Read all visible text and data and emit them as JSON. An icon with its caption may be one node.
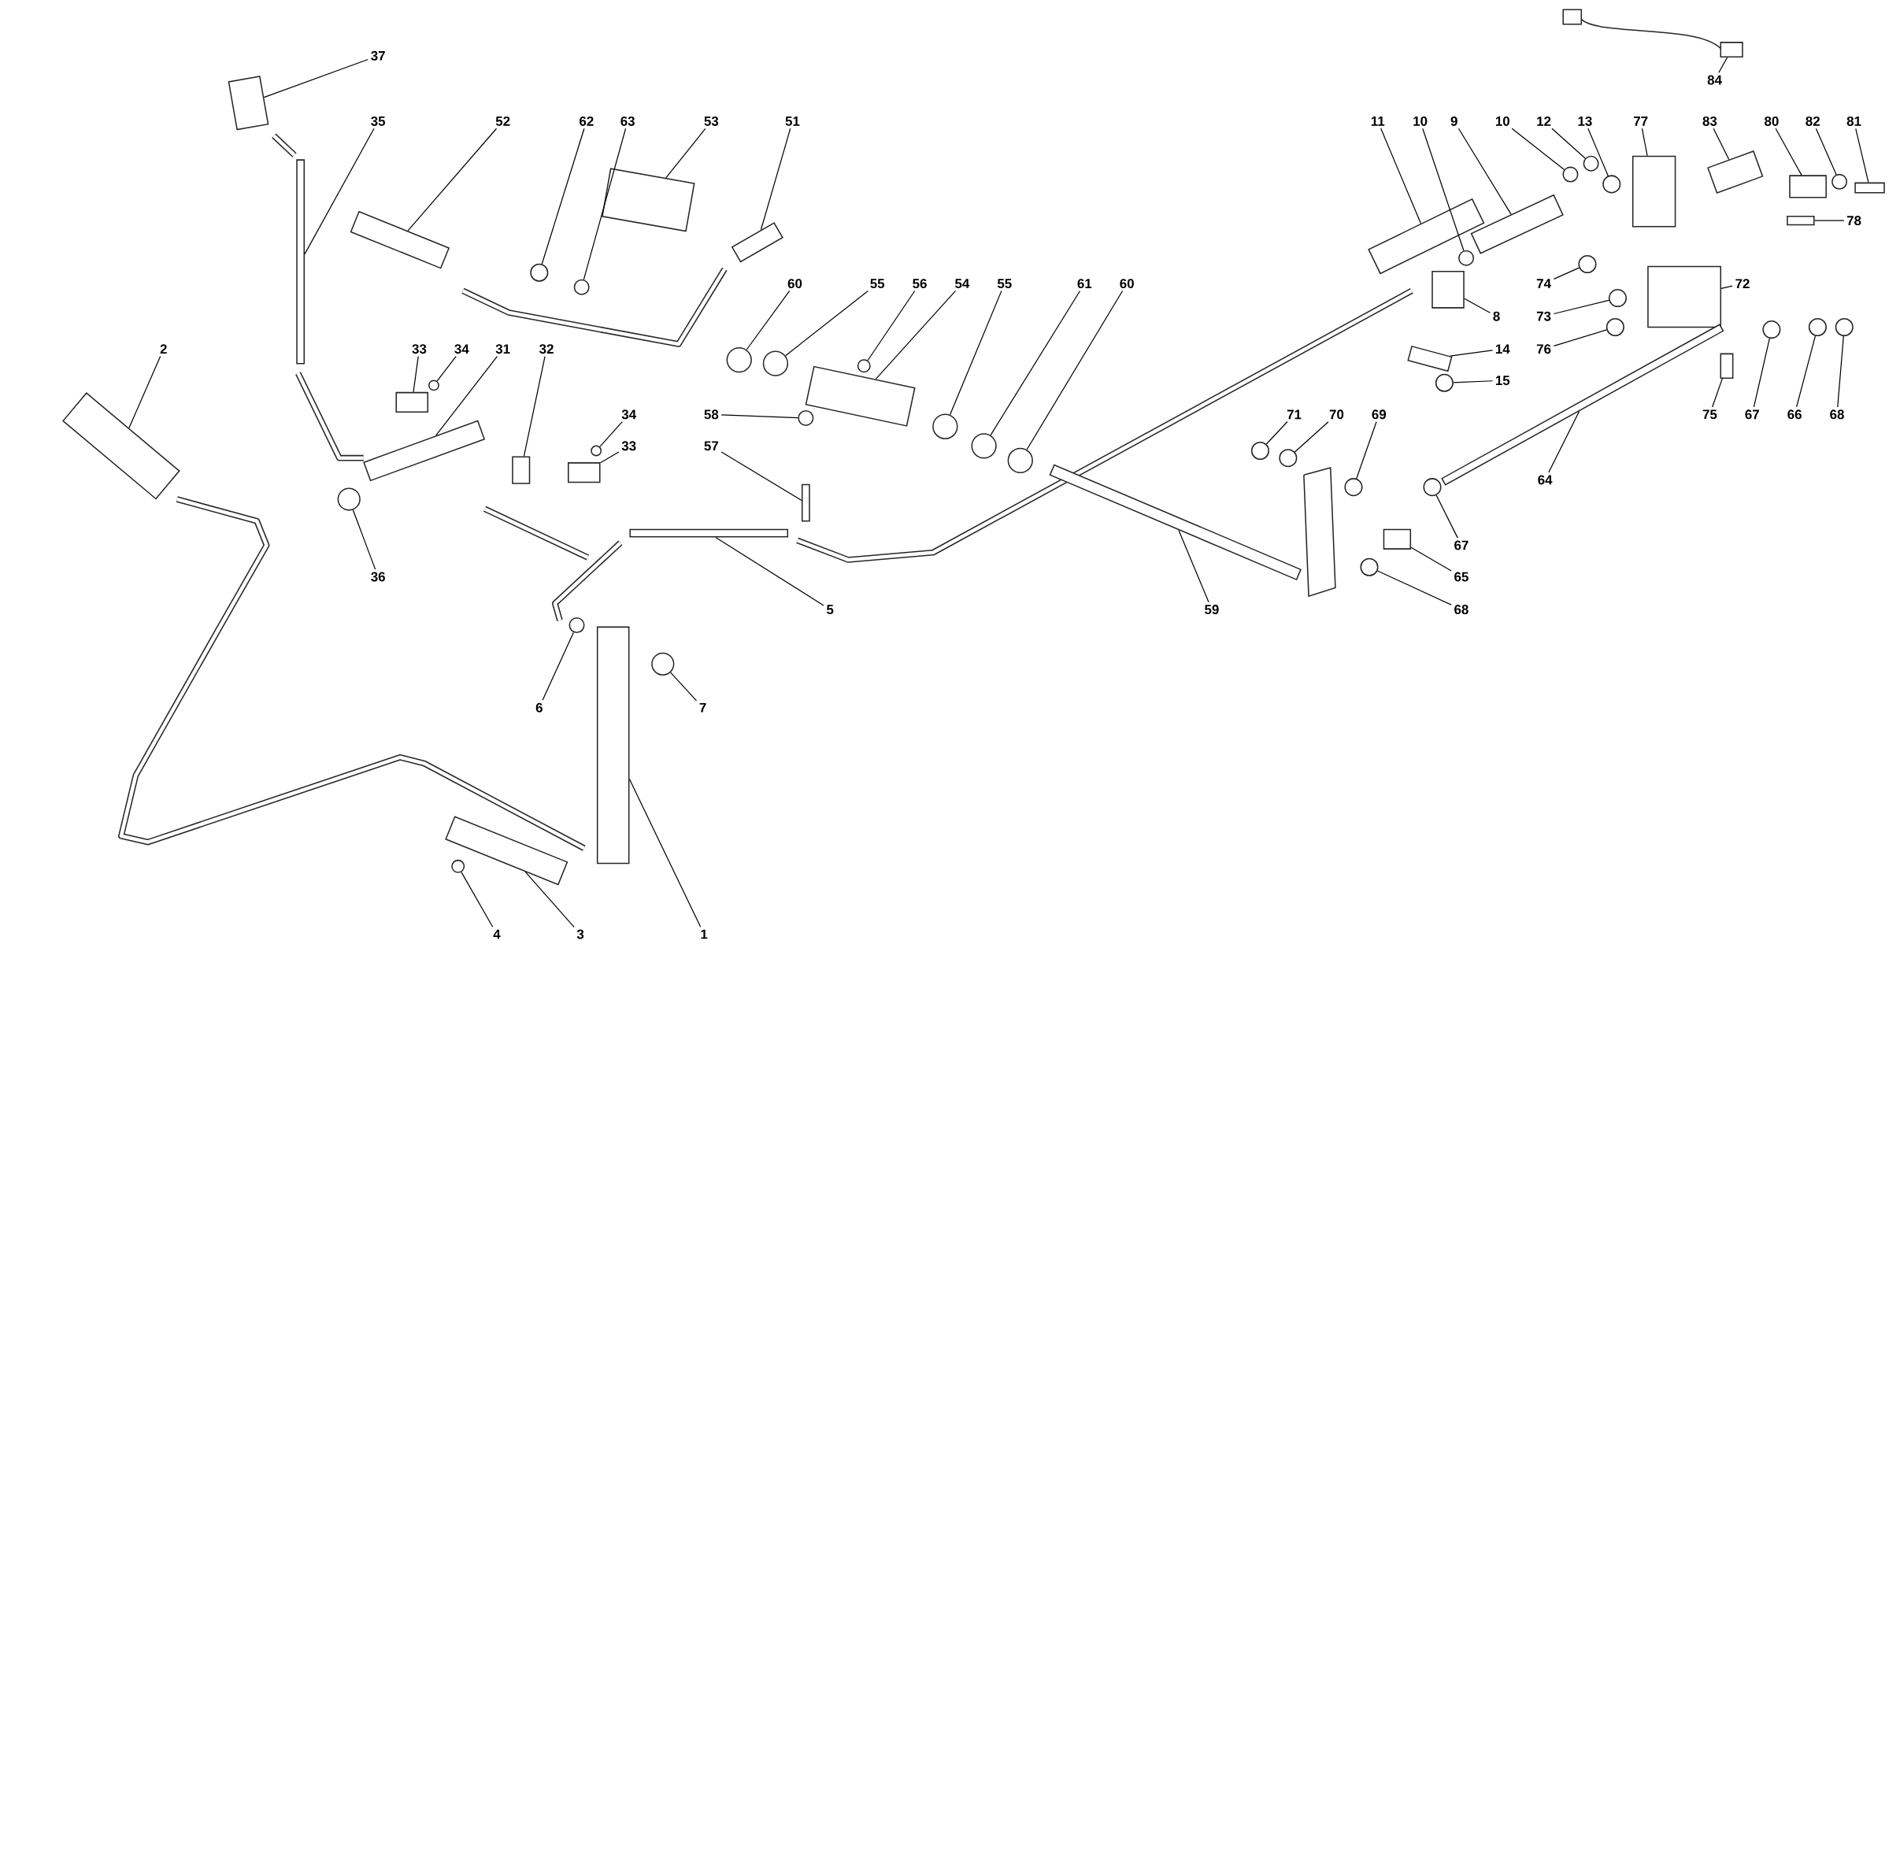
{
  "diagram": {
    "nodes": [
      {
        "text": [
          "37"
        ]
      },
      {
        "text": [
          "84"
        ]
      },
      {
        "text": [
          "35"
        ]
      },
      {
        "text": [
          "52"
        ]
      },
      {
        "text": [
          "62"
        ]
      },
      {
        "text": [
          "63"
        ]
      },
      {
        "text": [
          "53"
        ]
      },
      {
        "text": [
          "51"
        ]
      },
      {
        "text": [
          "11"
        ]
      },
      {
        "text": [
          "10"
        ]
      },
      {
        "text": [
          "9"
        ]
      },
      {
        "text": [
          "10"
        ]
      },
      {
        "text": [
          "12"
        ]
      },
      {
        "text": [
          "13"
        ]
      },
      {
        "text": [
          "77"
        ]
      },
      {
        "text": [
          "83"
        ]
      },
      {
        "text": [
          "80"
        ]
      },
      {
        "text": [
          "82"
        ]
      },
      {
        "text": [
          "81"
        ]
      },
      {
        "text": [
          "78"
        ]
      },
      {
        "text": [
          "60"
        ]
      },
      {
        "text": [
          "55"
        ]
      },
      {
        "text": [
          "56"
        ]
      },
      {
        "text": [
          "54"
        ]
      },
      {
        "text": [
          "55"
        ]
      },
      {
        "text": [
          "61"
        ]
      },
      {
        "text": [
          "60"
        ]
      },
      {
        "text": [
          "74"
        ]
      },
      {
        "text": [
          "72"
        ]
      },
      {
        "text": [
          "8"
        ]
      },
      {
        "text": [
          "73"
        ]
      },
      {
        "text": [
          "2"
        ]
      },
      {
        "text": [
          "33"
        ]
      },
      {
        "text": [
          "34"
        ]
      },
      {
        "text": [
          "31"
        ]
      },
      {
        "text": [
          "32"
        ]
      },
      {
        "text": [
          "14"
        ]
      },
      {
        "text": [
          "76"
        ]
      },
      {
        "text": [
          "15"
        ]
      },
      {
        "text": [
          "34"
        ]
      },
      {
        "text": [
          "58"
        ]
      },
      {
        "text": [
          "71"
        ]
      },
      {
        "text": [
          "70"
        ]
      },
      {
        "text": [
          "69"
        ]
      },
      {
        "text": [
          "75"
        ]
      },
      {
        "text": [
          "67"
        ]
      },
      {
        "text": [
          "66"
        ]
      },
      {
        "text": [
          "68"
        ]
      },
      {
        "text": [
          "33"
        ]
      },
      {
        "text": [
          "57"
        ]
      },
      {
        "text": [
          "64"
        ]
      },
      {
        "text": [
          "67"
        ]
      },
      {
        "text": [
          "36"
        ]
      },
      {
        "text": [
          "65"
        ]
      },
      {
        "text": [
          "5"
        ]
      },
      {
        "text": [
          "59"
        ]
      },
      {
        "text": [
          "68"
        ]
      },
      {
        "text": [
          "6"
        ]
      },
      {
        "text": [
          "7"
        ]
      },
      {
        "text": [
          "4"
        ]
      },
      {
        "text": [
          "3"
        ]
      },
      {
        "text": [
          "1"
        ]
      },
      {
        "text": [],
        "shape": "box"
      },
      {
        "text": [],
        "shape": "box"
      },
      {
        "text": [],
        "shape": "bar"
      },
      {
        "text": [],
        "shape": "box"
      },
      {
        "text": [],
        "shape": "circle"
      },
      {
        "text": [],
        "shape": "circle"
      },
      {
        "text": [],
        "shape": "box"
      },
      {
        "text": [],
        "shape": "box"
      },
      {
        "text": [],
        "shape": "box"
      },
      {
        "text": [],
        "shape": "circle"
      },
      {
        "text": [],
        "shape": "box"
      },
      {
        "text": [],
        "shape": "circle"
      },
      {
        "text": [],
        "shape": "circle"
      },
      {
        "text": [],
        "shape": "circle"
      },
      {
        "text": [],
        "shape": "box"
      },
      {
        "text": [],
        "shape": "box"
      },
      {
        "text": [],
        "shape": "box"
      },
      {
        "text": [],
        "shape": "circle"
      },
      {
        "text": [],
        "shape": "box"
      },
      {
        "text": [],
        "shape": "box"
      },
      {
        "text": [],
        "shape": "circle"
      },
      {
        "text": [],
        "shape": "circle"
      },
      {
        "text": [],
        "shape": "circle"
      },
      {
        "text": [],
        "shape": "box"
      },
      {
        "text": [],
        "shape": "circle"
      },
      {
        "text": [],
        "shape": "circle"
      },
      {
        "text": [],
        "shape": "circle"
      },
      {
        "text": [],
        "shape": "circle"
      },
      {
        "text": [],
        "shape": "box"
      },
      {
        "text": [],
        "shape": "box"
      },
      {
        "text": [],
        "shape": "circle"
      },
      {
        "text": [],
        "shape": "box"
      },
      {
        "text": [],
        "shape": "box"
      },
      {
        "text": [],
        "shape": "circle"
      },
      {
        "text": [],
        "shape": "box"
      },
      {
        "text": [],
        "shape": "box"
      },
      {
        "text": [],
        "shape": "box"
      },
      {
        "text": [],
        "shape": "circle"
      },
      {
        "text": [],
        "shape": "circle"
      },
      {
        "text": [],
        "shape": "circle"
      },
      {
        "text": [],
        "shape": "circle"
      },
      {
        "text": [],
        "shape": "circle"
      },
      {
        "text": [],
        "shape": "circle"
      },
      {
        "text": [],
        "shape": "circle"
      },
      {
        "text": [],
        "shape": "box"
      },
      {
        "text": [],
        "shape": "circle"
      },
      {
        "text": [],
        "shape": "circle"
      },
      {
        "text": [],
        "shape": "circle"
      },
      {
        "text": [],
        "shape": "box"
      },
      {
        "text": [],
        "shape": "box"
      },
      {
        "text": [],
        "shape": "bar"
      },
      {
        "text": [],
        "shape": "circle"
      },
      {
        "text": [],
        "shape": "circle"
      },
      {
        "text": [],
        "shape": "box"
      },
      {
        "text": [],
        "shape": "bar"
      },
      {
        "text": [],
        "shape": "bar"
      },
      {
        "text": [],
        "shape": "circle"
      },
      {
        "text": [],
        "shape": "circle"
      },
      {
        "text": [],
        "shape": "circle"
      },
      {
        "text": [],
        "shape": "circle"
      },
      {
        "text": [],
        "shape": "box"
      },
      {
        "text": [],
        "shape": "box"
      }
    ],
    "edges": [
      {
        "from": 0,
        "to": 62,
        "arrow": "none"
      },
      {
        "from": 1,
        "to": 63,
        "arrow": "none"
      },
      {
        "from": 2,
        "to": 64,
        "arrow": "none"
      },
      {
        "from": 3,
        "to": 65,
        "arrow": "none"
      },
      {
        "from": 4,
        "to": 66,
        "arrow": "none"
      },
      {
        "from": 5,
        "to": 67,
        "arrow": "none"
      },
      {
        "from": 6,
        "to": 68,
        "arrow": "none"
      },
      {
        "from": 7,
        "to": 69,
        "arrow": "none"
      },
      {
        "from": 8,
        "to": 70,
        "arrow": "none"
      },
      {
        "from": 9,
        "to": 71,
        "arrow": "none"
      },
      {
        "from": 10,
        "to": 72,
        "arrow": "none"
      },
      {
        "from": 11,
        "to": 73,
        "arrow": "none"
      },
      {
        "from": 12,
        "to": 74,
        "arrow": "none"
      },
      {
        "from": 13,
        "to": 75,
        "arrow": "none"
      },
      {
        "from": 14,
        "to": 76,
        "arrow": "none"
      },
      {
        "from": 15,
        "to": 77,
        "arrow": "none"
      },
      {
        "from": 16,
        "to": 78,
        "arrow": "none"
      },
      {
        "from": 17,
        "to": 79,
        "arrow": "none"
      },
      {
        "from": 18,
        "to": 80,
        "arrow": "none"
      },
      {
        "from": 19,
        "to": 81,
        "arrow": "none"
      },
      {
        "from": 20,
        "to": 82,
        "arrow": "none"
      },
      {
        "from": 21,
        "to": 83,
        "arrow": "none"
      },
      {
        "from": 22,
        "to": 84,
        "arrow": "none"
      },
      {
        "from": 23,
        "to": 85,
        "arrow": "none"
      },
      {
        "from": 24,
        "to": 86,
        "arrow": "none"
      },
      {
        "from": 25,
        "to": 87,
        "arrow": "none"
      },
      {
        "from": 26,
        "to": 88,
        "arrow": "none"
      },
      {
        "from": 27,
        "to": 89,
        "arrow": "none"
      },
      {
        "from": 28,
        "to": 90,
        "arrow": "none"
      },
      {
        "from": 29,
        "to": 91,
        "arrow": "none"
      },
      {
        "from": 30,
        "to": 92,
        "arrow": "none"
      },
      {
        "from": 31,
        "to": 93,
        "arrow": "none"
      },
      {
        "from": 32,
        "to": 94,
        "arrow": "none"
      },
      {
        "from": 33,
        "to": 95,
        "arrow": "none"
      },
      {
        "from": 34,
        "to": 96,
        "arrow": "none"
      },
      {
        "from": 35,
        "to": 97,
        "arrow": "none"
      },
      {
        "from": 36,
        "to": 98,
        "arrow": "none"
      },
      {
        "from": 37,
        "to": 99,
        "arrow": "none"
      },
      {
        "from": 38,
        "to": 100,
        "arrow": "none"
      },
      {
        "from": 39,
        "to": 101,
        "arrow": "none"
      },
      {
        "from": 40,
        "to": 102,
        "arrow": "none"
      },
      {
        "from": 41,
        "to": 103,
        "arrow": "none"
      },
      {
        "from": 42,
        "to": 104,
        "arrow": "none"
      },
      {
        "from": 43,
        "to": 105,
        "arrow": "none"
      },
      {
        "from": 44,
        "to": 106,
        "arrow": "none"
      },
      {
        "from": 45,
        "to": 107,
        "arrow": "none"
      },
      {
        "from": 46,
        "to": 108,
        "arrow": "none"
      },
      {
        "from": 47,
        "to": 109,
        "arrow": "none"
      },
      {
        "from": 48,
        "to": 110,
        "arrow": "none"
      },
      {
        "from": 49,
        "to": 111,
        "arrow": "none"
      },
      {
        "from": 50,
        "to": 112,
        "arrow": "none"
      },
      {
        "from": 51,
        "to": 113,
        "arrow": "none"
      },
      {
        "from": 52,
        "to": 114,
        "arrow": "none"
      },
      {
        "from": 53,
        "to": 115,
        "arrow": "none"
      },
      {
        "from": 54,
        "to": 116,
        "arrow": "none"
      },
      {
        "from": 55,
        "to": 117,
        "arrow": "none"
      },
      {
        "from": 56,
        "to": 118,
        "arrow": "none"
      },
      {
        "from": 57,
        "to": 119,
        "arrow": "none"
      },
      {
        "from": 58,
        "to": 120,
        "arrow": "none"
      },
      {
        "from": 59,
        "to": 121,
        "arrow": "none"
      },
      {
        "from": 60,
        "to": 122,
        "arrow": "none"
      },
      {
        "from": 61,
        "to": 123,
        "arrow": "none"
      }
    ]
  }
}
